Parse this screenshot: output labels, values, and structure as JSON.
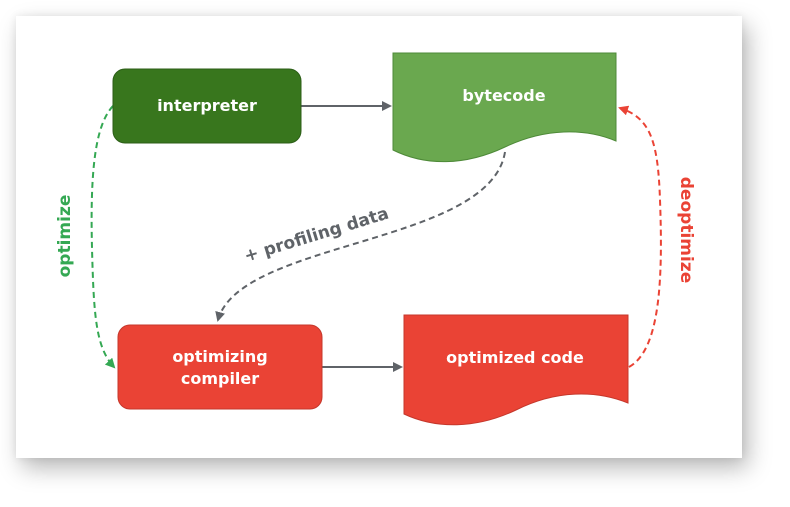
{
  "nodes": {
    "interpreter": {
      "label": "interpreter",
      "color": "#38761d"
    },
    "bytecode": {
      "label": "bytecode",
      "color": "#6aa84f"
    },
    "optimizing_compiler": {
      "label_line1": "optimizing",
      "label_line2": "compiler",
      "color": "#ea4335"
    },
    "optimized_code": {
      "label": "optimized code",
      "color": "#ea4335"
    }
  },
  "edges": {
    "optimize": {
      "label": "optimize",
      "color": "#34a853"
    },
    "profiling": {
      "label": "+ profiling data",
      "color": "#5f6368"
    },
    "deoptimize": {
      "label": "deoptimize",
      "color": "#ea4335"
    },
    "arrow_color": "#5f6368"
  }
}
